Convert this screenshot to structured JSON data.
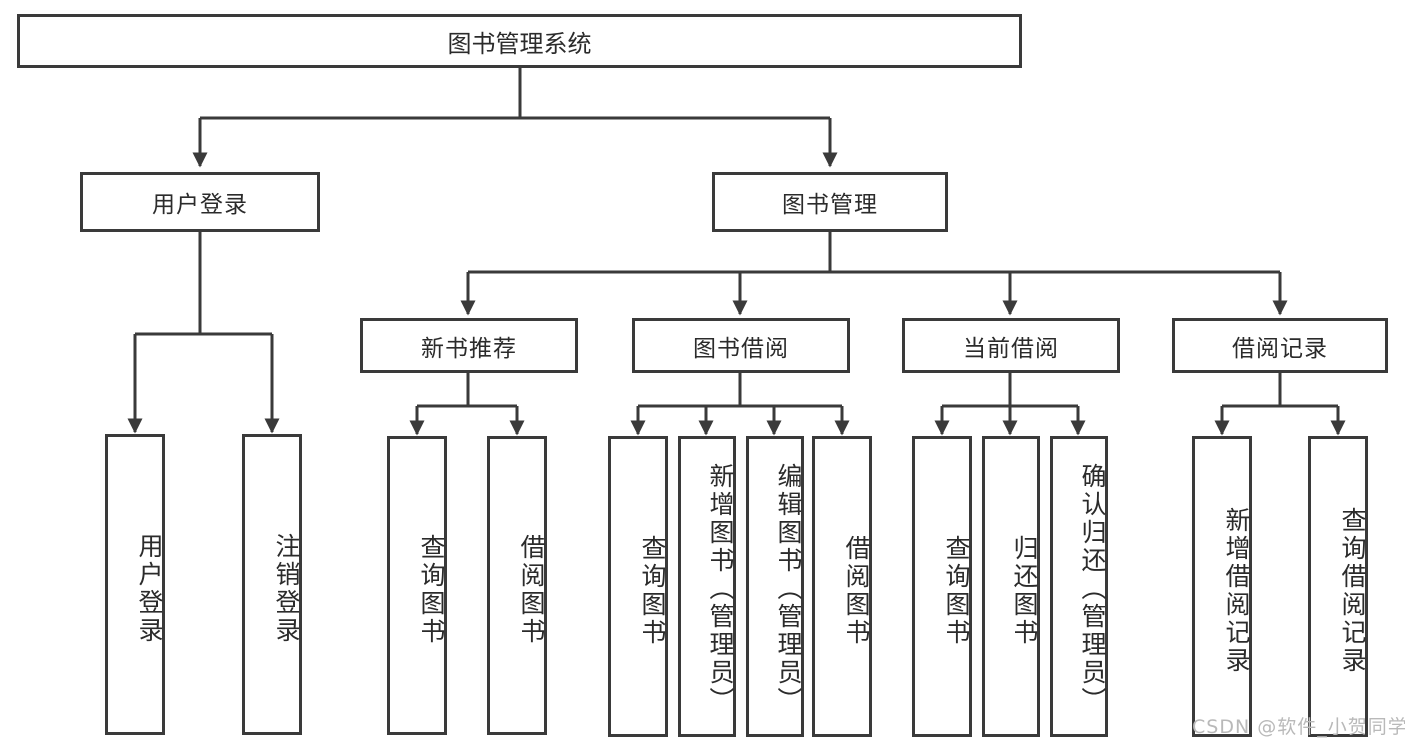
{
  "diagram": {
    "type": "tree",
    "title": "图书管理系统",
    "root": {
      "label": "图书管理系统"
    },
    "level1": [
      {
        "label": "用户登录"
      },
      {
        "label": "图书管理"
      }
    ],
    "level2": [
      {
        "label": "新书推荐"
      },
      {
        "label": "图书借阅"
      },
      {
        "label": "当前借阅"
      },
      {
        "label": "借阅记录"
      }
    ],
    "leaves": {
      "user_login": [
        {
          "label": "用户登录"
        },
        {
          "label": "注销登录"
        }
      ],
      "new_book_recommend": [
        {
          "label": "查询图书"
        },
        {
          "label": "借阅图书"
        }
      ],
      "book_borrow": [
        {
          "label": "查询图书"
        },
        {
          "label": "新增图书（管理员）"
        },
        {
          "label": "编辑图书（管理员）"
        },
        {
          "label": "借阅图书"
        }
      ],
      "current_borrow": [
        {
          "label": "查询图书"
        },
        {
          "label": "归还图书"
        },
        {
          "label": "确认归还（管理员）"
        }
      ],
      "borrow_record": [
        {
          "label": "新增借阅记录"
        },
        {
          "label": "查询借阅记录"
        }
      ]
    }
  },
  "watermark": {
    "text": "CSDN @软件_小贺同学"
  },
  "colors": {
    "background": "#ffffff",
    "border": "#3a3a3a",
    "text": "#2b2b2b",
    "watermark": "#b9b9b9"
  }
}
